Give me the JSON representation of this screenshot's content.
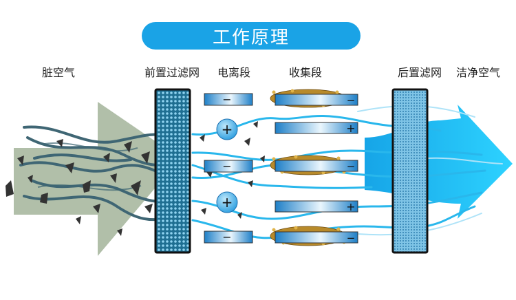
{
  "title": "工作原理",
  "labels": {
    "dirty_air": "脏空气",
    "pre_filter": "前置过滤网",
    "ionization": "电离段",
    "collection": "收集段",
    "post_filter": "后置滤网",
    "clean_air": "洁净空气"
  },
  "signs": {
    "negative": "−",
    "positive": "+"
  },
  "colors": {
    "title_bg": "#1aa3e6",
    "dirty_air": "#a9b8a0",
    "clean_air": "#10b6f0",
    "airflow_dirty": "#3f6674",
    "airflow_clean": "#29b7ec",
    "filter_frame": "#111111",
    "particle": "#333333",
    "dust": "#b88a2a"
  }
}
